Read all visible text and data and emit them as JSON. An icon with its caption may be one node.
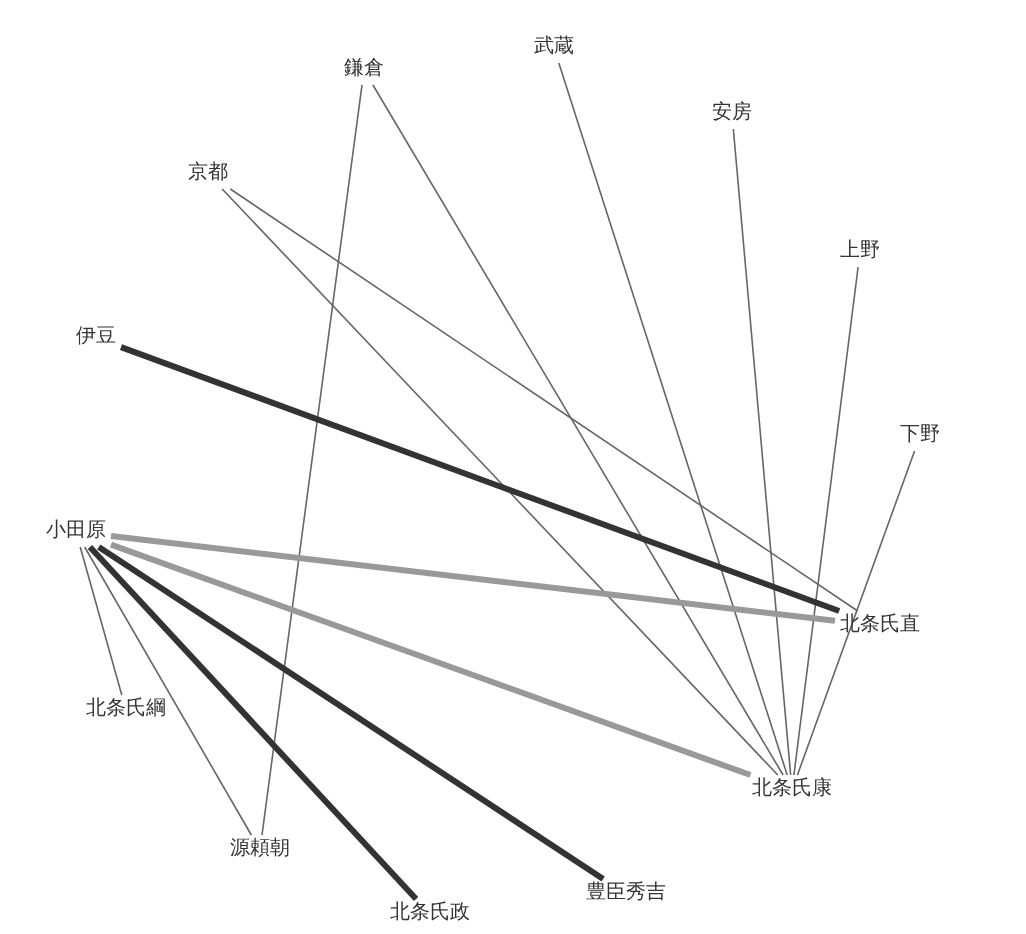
{
  "diagram": {
    "nodes": [
      {
        "text": [
          "鎌倉"
        ]
      },
      {
        "text": [
          "武蔵"
        ]
      },
      {
        "text": [
          "安房"
        ]
      },
      {
        "text": [
          "京都"
        ]
      },
      {
        "text": [
          "上野"
        ]
      },
      {
        "text": [
          "伊豆"
        ]
      },
      {
        "text": [
          "下野"
        ]
      },
      {
        "text": [
          "小田原"
        ]
      },
      {
        "text": [
          "北条氏直"
        ]
      },
      {
        "text": [
          "北条氏綱"
        ]
      },
      {
        "text": [
          "北条氏康"
        ]
      },
      {
        "text": [
          "源頼朝"
        ]
      },
      {
        "text": [
          "豊臣秀吉"
        ]
      },
      {
        "text": [
          "北条氏政"
        ]
      }
    ],
    "edges": [
      {
        "from": 0,
        "to": 11,
        "arrow": "none"
      },
      {
        "from": 0,
        "to": 10,
        "arrow": "none"
      },
      {
        "from": 1,
        "to": 10,
        "arrow": "none"
      },
      {
        "from": 2,
        "to": 10,
        "arrow": "none"
      },
      {
        "from": 4,
        "to": 10,
        "arrow": "none"
      },
      {
        "from": 6,
        "to": 10,
        "arrow": "none"
      },
      {
        "from": 3,
        "to": 8,
        "arrow": "none"
      },
      {
        "from": 3,
        "to": 10,
        "arrow": "none"
      },
      {
        "from": 5,
        "to": 8,
        "arrow": "none",
        "style": "thick",
        "color": "#333333"
      },
      {
        "from": 7,
        "to": 8,
        "arrow": "none",
        "style": "thick",
        "color": "#999999"
      },
      {
        "from": 7,
        "to": 10,
        "arrow": "none",
        "style": "thick",
        "color": "#999999"
      },
      {
        "from": 7,
        "to": 9,
        "arrow": "none"
      },
      {
        "from": 7,
        "to": 11,
        "arrow": "none"
      },
      {
        "from": 7,
        "to": 13,
        "arrow": "none",
        "style": "thick",
        "color": "#333333"
      },
      {
        "from": 7,
        "to": 12,
        "arrow": "none",
        "style": "thick",
        "color": "#333333"
      }
    ]
  }
}
